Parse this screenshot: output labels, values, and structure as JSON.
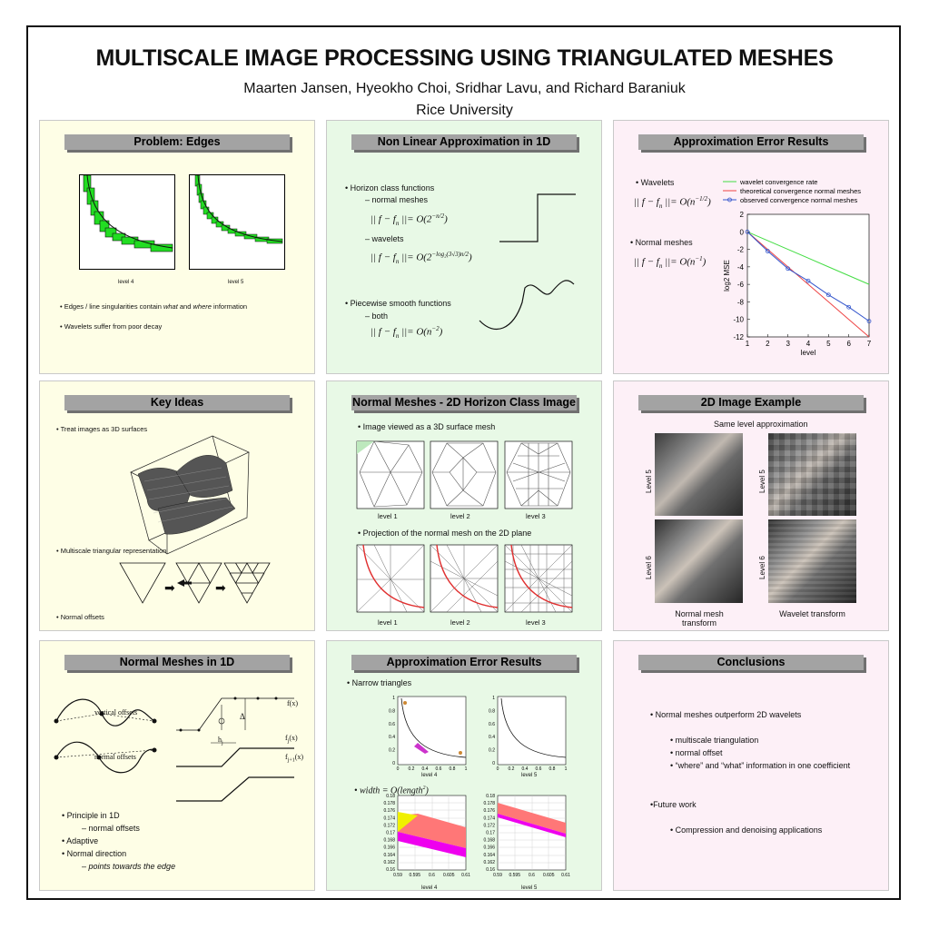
{
  "poster": {
    "title": "MULTISCALE IMAGE PROCESSING USING TRIANGULATED MESHES",
    "authors": "Maarten Jansen, Hyeokho Choi, Sridhar Lavu, and Richard Baraniuk",
    "affiliation": "Rice University"
  },
  "edges": {
    "title": "Problem: Edges",
    "cap_a": "level 4",
    "cap_b": "level 5",
    "b1_pre": "Edges / line singularities contain ",
    "b1_what": "what",
    "b1_mid": " and ",
    "b1_where": "where",
    "b1_post": " information",
    "b2": "Wavelets suffer from poor decay"
  },
  "nla": {
    "title": "Non Linear Approximation in 1D",
    "b1": "Horizon class functions",
    "s1": "– normal meshes",
    "f1": "|| f − f",
    "f1_sub": "n",
    "f1_rhs": " ||= O(2",
    "f1_exp": "−n/2",
    "s2": "– wavelets",
    "f2": "|| f − f",
    "f2_sub": "n",
    "f2_rhs": " ||= O(2",
    "f2_exp": "−log₂(3√3)n/2",
    "b2": "Piecewise smooth functions",
    "s3": "– both",
    "f3": "|| f − f",
    "f3_sub": "n",
    "f3_rhs": " ||= O(n",
    "f3_exp": "−2"
  },
  "aer1": {
    "title": "Approximation Error Results",
    "b1": "Wavelets",
    "f1": "|| f − f",
    "f1_sub": "n",
    "f1_rhs": " ||= O(n",
    "f1_exp": "−1/2",
    "b2": "Normal meshes",
    "f2": "|| f − f",
    "f2_sub": "n",
    "f2_rhs": " ||= O(n",
    "f2_exp": "−1"
  },
  "chart_data": [
    {
      "type": "line",
      "x": [
        1,
        2,
        3,
        4,
        5,
        6,
        7
      ],
      "xlabel": "level",
      "ylabel": "log2 MSE",
      "xlim": [
        1,
        7
      ],
      "ylim": [
        -12,
        2
      ],
      "xticks": [
        "1",
        "2",
        "3",
        "4",
        "5",
        "6",
        "7"
      ],
      "yticks": [
        "2",
        "0",
        "-2",
        "-4",
        "-6",
        "-8",
        "-10",
        "-12"
      ],
      "series": [
        {
          "name": "wavelet convergence rate",
          "color": "#44dd44",
          "values": [
            0,
            -1,
            -2,
            -3,
            -4,
            -5,
            -6
          ]
        },
        {
          "name": "theoretical convergence normal meshes",
          "color": "#ee4444",
          "values": [
            0,
            -2,
            -4,
            -6,
            -8,
            -10,
            -12
          ]
        },
        {
          "name": "observed convergence normal meshes",
          "color": "#3355cc",
          "marker": "circle",
          "values": [
            0,
            -2.2,
            -4.2,
            -5.6,
            -7.2,
            -8.6,
            -10.2
          ]
        }
      ],
      "legend": "top"
    }
  ],
  "keyideas": {
    "title": "Key Ideas",
    "b1": "Treat images as 3D surfaces",
    "b2": "Multiscale triangular representation",
    "b3": "Normal offsets"
  },
  "nm2d": {
    "title": "Normal Meshes - 2D Horizon Class Image",
    "b1": "Image viewed as a 3D surface mesh",
    "b2": "Projection of the normal mesh on the 2D plane",
    "c1": "level 1",
    "c2": "level 2",
    "c3": "level 3",
    "c4": "level 1",
    "c5": "level 2",
    "c6": "level 3"
  },
  "img2d": {
    "title": "2D Image Example",
    "subtitle": "Same level approximation",
    "l5a": "Level 5",
    "l5b": "Level 5",
    "l6a": "Level 6",
    "l6b": "Level 6",
    "cap_left": "Normal mesh transform",
    "cap_right": "Wavelet transform"
  },
  "nm1d": {
    "title": "Normal Meshes in 1D",
    "vert": "vertical offsets",
    "norm": "normal offsets",
    "fx": "f(x)",
    "fjx": "f",
    "fj_sub": "j",
    "fj_post": "(x)",
    "fj1x": "f",
    "fj1_sub": "j+1",
    "fj1_post": "(x)",
    "delta": "Δ",
    "hj": "h",
    "hj_sub": "j",
    "b1": "Principle in 1D",
    "s1": "– normal offsets",
    "b2": "Adaptive",
    "b3": "Normal direction",
    "s3": "– points towards the edge"
  },
  "aer2": {
    "title": "Approximation Error Results",
    "b1": "Narrow triangles",
    "formula": "width = O(length",
    "formula_exp": "2",
    "cap1": "level 4",
    "cap2": "level 5",
    "cap3": "level 4",
    "cap4": "level 5",
    "top_yticks": [
      "1",
      "0.8",
      "0.6",
      "0.4",
      "0.2",
      "0"
    ],
    "top_xticks": [
      "0",
      "0.2",
      "0.4",
      "0.6",
      "0.8",
      "1"
    ],
    "bot_yticks": [
      "0.18",
      "0.178",
      "0.176",
      "0.174",
      "0.172",
      "0.17",
      "0.168",
      "0.166",
      "0.164",
      "0.162",
      "0.16"
    ],
    "bot_xticks": [
      "0.59",
      "0.595",
      "0.6",
      "0.605",
      "0.61"
    ]
  },
  "concl": {
    "title": "Conclusions",
    "b1": "Normal meshes outperform 2D wavelets",
    "s1": "multiscale triangulation",
    "s2": "normal offset",
    "s3": "“where” and “what” information in one coefficient",
    "b2": "Future work",
    "s4": "Compression and denoising applications"
  }
}
